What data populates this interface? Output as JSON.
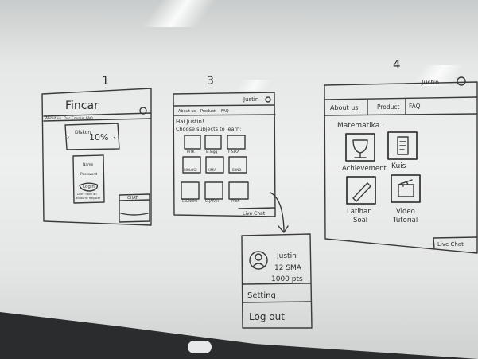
{
  "step_numbers": [
    "1",
    "3",
    "4"
  ],
  "sketch1": {
    "logo": "Fincar",
    "nav": [
      "About us",
      "Our Course",
      "FAQ"
    ],
    "banner_line1": "Diskon",
    "banner_line2": "10%",
    "form_fields": [
      "Name",
      "Password"
    ],
    "login_button": "Login",
    "form_note_line1": "Don't have an",
    "form_note_line2": "account? Register",
    "chat_label": "CHAT"
  },
  "sketch3": {
    "username": "Justin",
    "nav": [
      "About us",
      "Product",
      "FAQ"
    ],
    "greeting": "Hai Justin!",
    "prompt": "Choose subjects to learn:",
    "subjects": [
      "MTK",
      "B.Ingg",
      "FISIKA",
      "BIOLOGI",
      "KIMIA",
      "B.IND",
      "EKONOMI",
      "SEJARAH",
      "PPKN"
    ],
    "live_chat": "Live Chat"
  },
  "sketch4": {
    "step": "4",
    "username": "Justin",
    "nav": [
      "About us",
      "Product",
      "FAQ"
    ],
    "subject_heading": "Matematika :",
    "tiles": [
      {
        "label": "Achievement",
        "icon": "trophy-icon"
      },
      {
        "label": "Kuis",
        "icon": "document-icon"
      },
      {
        "label_line1": "Latihan",
        "label_line2": "Soal",
        "icon": "pencil-icon"
      },
      {
        "label_line1": "Video",
        "label_line2": "Tutorial",
        "icon": "clapperboard-icon"
      }
    ],
    "live_chat": "Live Chat"
  },
  "profile_popup": {
    "name": "Justin",
    "grade": "12 SMA",
    "points": "1000 pts",
    "setting": "Setting",
    "logout": "Log out"
  }
}
